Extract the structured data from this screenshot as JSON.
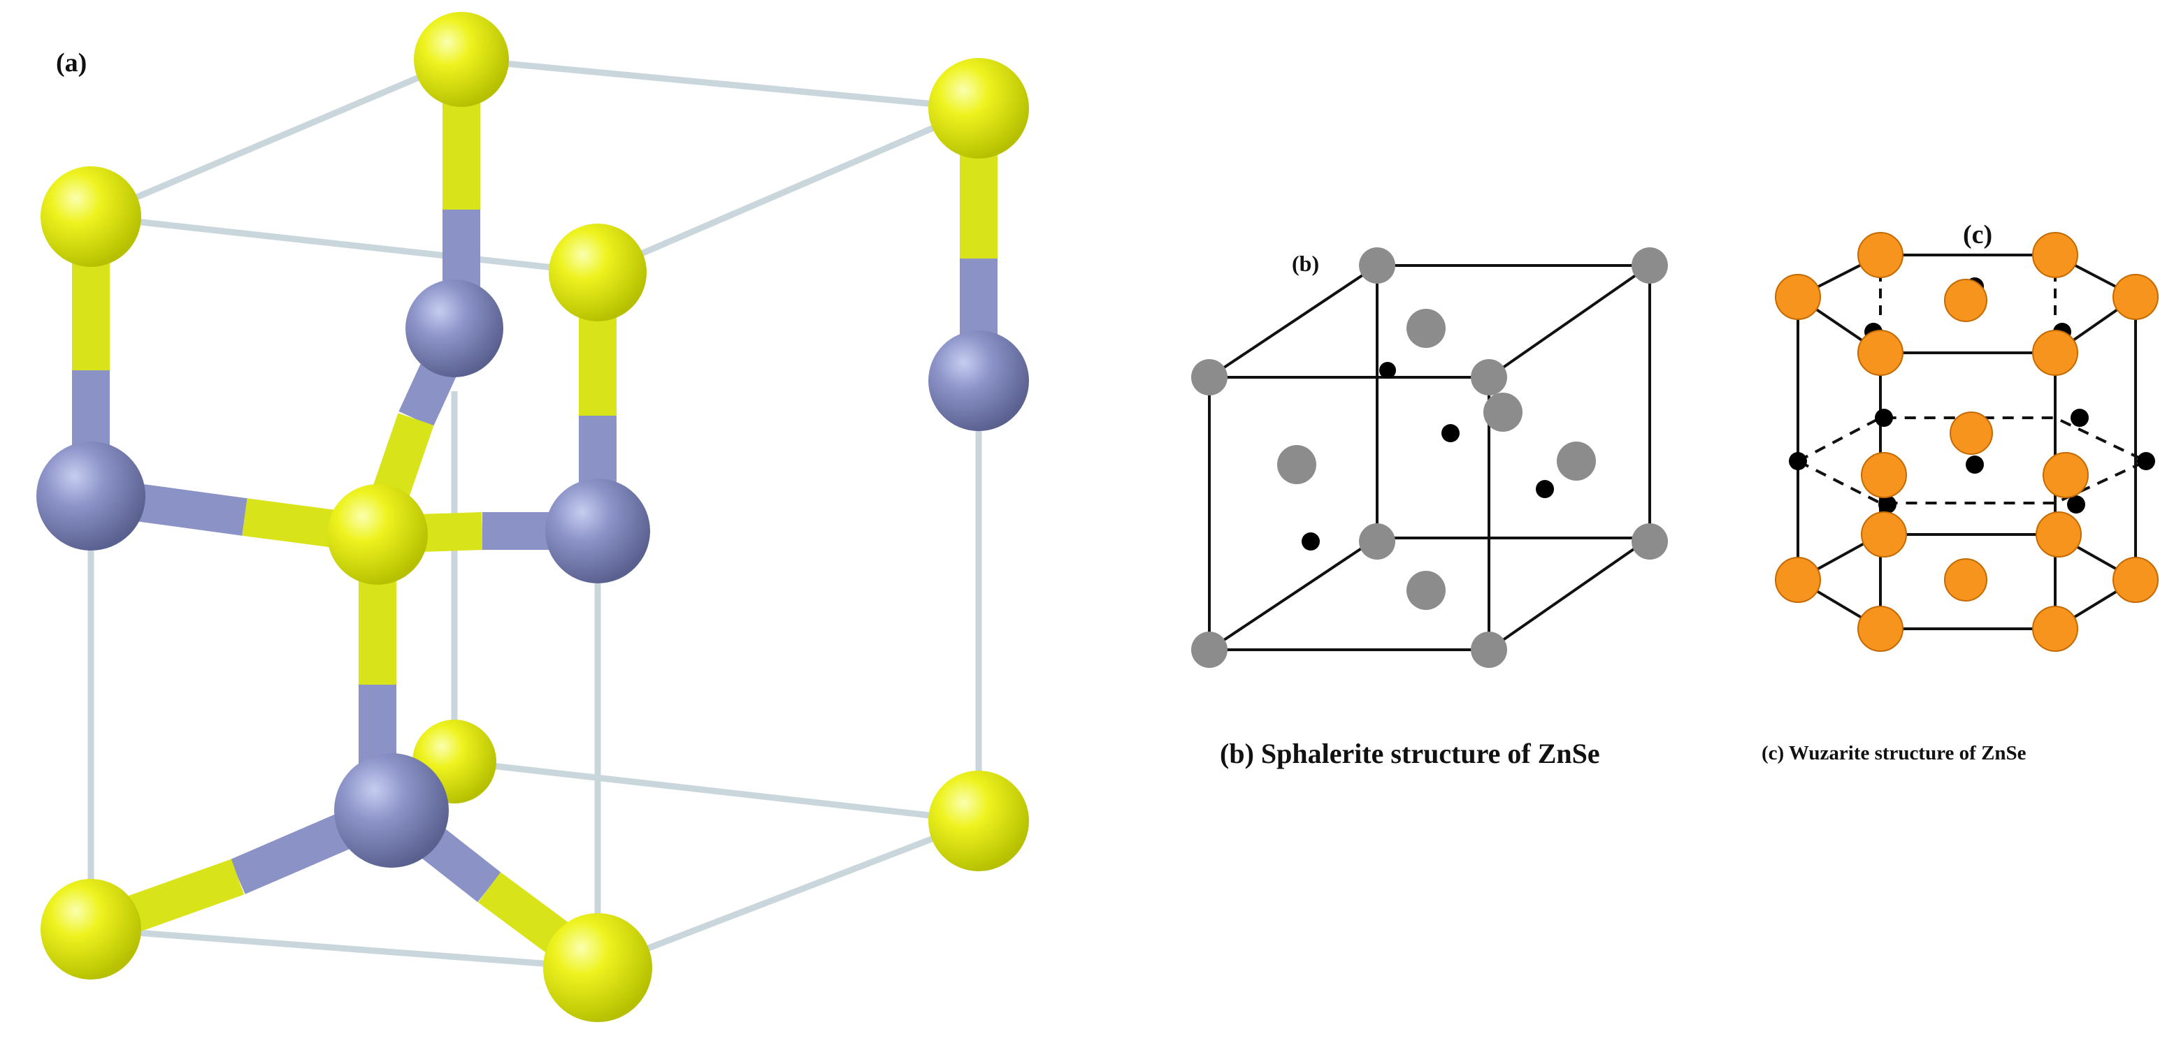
{
  "panels": {
    "a": {
      "label": "(a)"
    },
    "b": {
      "label": "(b)",
      "caption": "(b) Sphalerite structure of ZnSe"
    },
    "c": {
      "label": "(c)",
      "caption": "(c) Wuzarite structure of ZnSe"
    }
  },
  "colors": {
    "se_atom": "#e4ee10",
    "zn_atom": "#8a92c6",
    "cell_edge": "#c9d6dc",
    "sphalerite_large_atom": "#8c8c8c",
    "sphalerite_small_atom": "#000000",
    "wurtzite_large_atom": "#f7941d",
    "wurtzite_small_atom": "#000000",
    "line": "#111111"
  }
}
